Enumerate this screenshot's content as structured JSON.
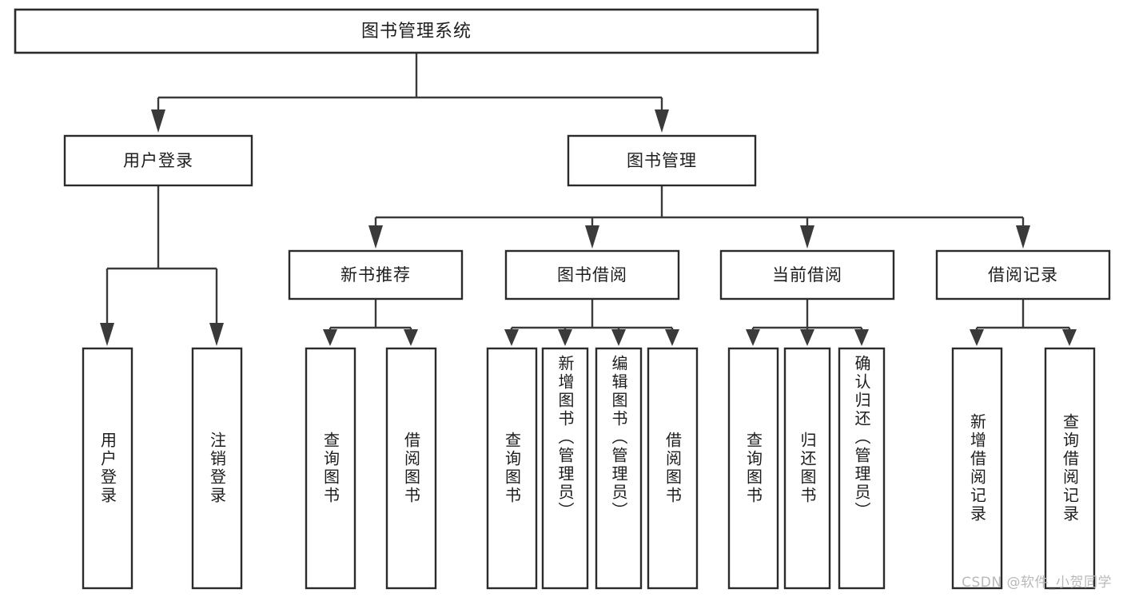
{
  "diagram": {
    "title": "图书管理系统",
    "type": "tree-hierarchy",
    "watermark": "CSDN @软件_小贺同学",
    "colors": {
      "background": "#ffffff",
      "box_fill": "#ffffff",
      "box_stroke": "#2b2b2b",
      "connector": "#3a3a3a",
      "text": "#1d1d1d",
      "watermark_text": "#b9b9b9"
    },
    "levels": {
      "level1": {
        "label": "root",
        "count": 1
      },
      "level2": {
        "label": "modules",
        "count": 2
      },
      "level3": {
        "label": "sub-modules",
        "count": 4
      },
      "level4": {
        "label": "operations",
        "count": 13
      }
    },
    "nodes": {
      "root": {
        "id": "root",
        "label": "图书管理系统",
        "orientation": "horizontal"
      },
      "level2": [
        {
          "id": "user-login",
          "label": "用户登录",
          "orientation": "horizontal"
        },
        {
          "id": "book-manage",
          "label": "图书管理",
          "orientation": "horizontal"
        }
      ],
      "level3": [
        {
          "id": "new-book-recommend",
          "label": "新书推荐",
          "orientation": "horizontal",
          "parent": "book-manage"
        },
        {
          "id": "book-borrow",
          "label": "图书借阅",
          "orientation": "horizontal",
          "parent": "book-manage"
        },
        {
          "id": "current-borrow",
          "label": "当前借阅",
          "orientation": "horizontal",
          "parent": "book-manage"
        },
        {
          "id": "borrow-record",
          "label": "借阅记录",
          "orientation": "horizontal",
          "parent": "book-manage"
        }
      ],
      "leaves": [
        {
          "id": "leaf-user-login",
          "label": "用户登录",
          "orientation": "vertical",
          "parent": "user-login"
        },
        {
          "id": "leaf-user-logout",
          "label": "注销登录",
          "orientation": "vertical",
          "parent": "user-login"
        },
        {
          "id": "leaf-query-book-1",
          "label": "查询图书",
          "orientation": "vertical",
          "parent": "new-book-recommend"
        },
        {
          "id": "leaf-borrow-book-1",
          "label": "借阅图书",
          "orientation": "vertical",
          "parent": "new-book-recommend"
        },
        {
          "id": "leaf-query-book-2",
          "label": "查询图书",
          "orientation": "vertical",
          "parent": "book-borrow"
        },
        {
          "id": "leaf-add-book",
          "label": "新增图书（管理员）",
          "orientation": "vertical",
          "parent": "book-borrow"
        },
        {
          "id": "leaf-edit-book",
          "label": "编辑图书（管理员）",
          "orientation": "vertical",
          "parent": "book-borrow"
        },
        {
          "id": "leaf-borrow-book-2",
          "label": "借阅图书",
          "orientation": "vertical",
          "parent": "book-borrow"
        },
        {
          "id": "leaf-query-book-3",
          "label": "查询图书",
          "orientation": "vertical",
          "parent": "current-borrow"
        },
        {
          "id": "leaf-return-book",
          "label": "归还图书",
          "orientation": "vertical",
          "parent": "current-borrow"
        },
        {
          "id": "leaf-confirm-return",
          "label": "确认归还（管理员）",
          "orientation": "vertical",
          "parent": "current-borrow"
        },
        {
          "id": "leaf-add-record",
          "label": "新增借阅记录",
          "orientation": "vertical",
          "parent": "borrow-record"
        },
        {
          "id": "leaf-query-record",
          "label": "查询借阅记录",
          "orientation": "vertical",
          "parent": "borrow-record"
        }
      ]
    }
  }
}
